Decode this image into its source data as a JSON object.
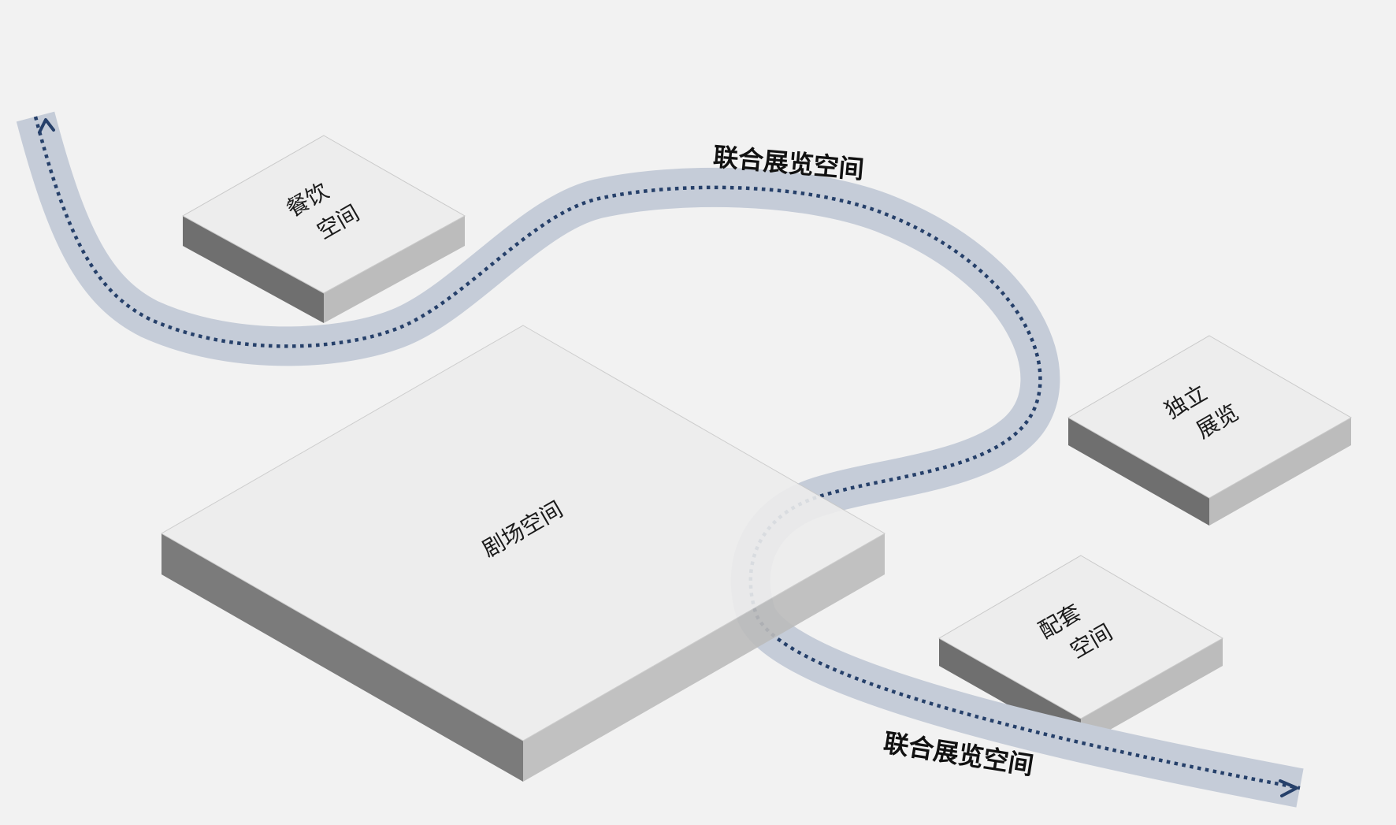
{
  "colors": {
    "background": "#f2f2f2",
    "block_top": "#ededed",
    "block_top_stroke": "#c9c9c9",
    "block_left_side": "#6f6f6f",
    "block_right_side": "#bcbcbc",
    "flow_band": "#c5ccd8",
    "flow_dots": "#26406a"
  },
  "blocks": {
    "dining": {
      "label_line1": "餐饮",
      "label_line2": "空间"
    },
    "theater": {
      "label": "剧场空间"
    },
    "independent": {
      "label_line1": "独立",
      "label_line2": "展览"
    },
    "support": {
      "label_line1": "配套",
      "label_line2": "空间"
    }
  },
  "flow": {
    "label_top": "联合展览空间",
    "label_bottom": "联合展览空间",
    "start_icon": "arrow-head-icon",
    "end_icon": "arrow-head-icon"
  }
}
